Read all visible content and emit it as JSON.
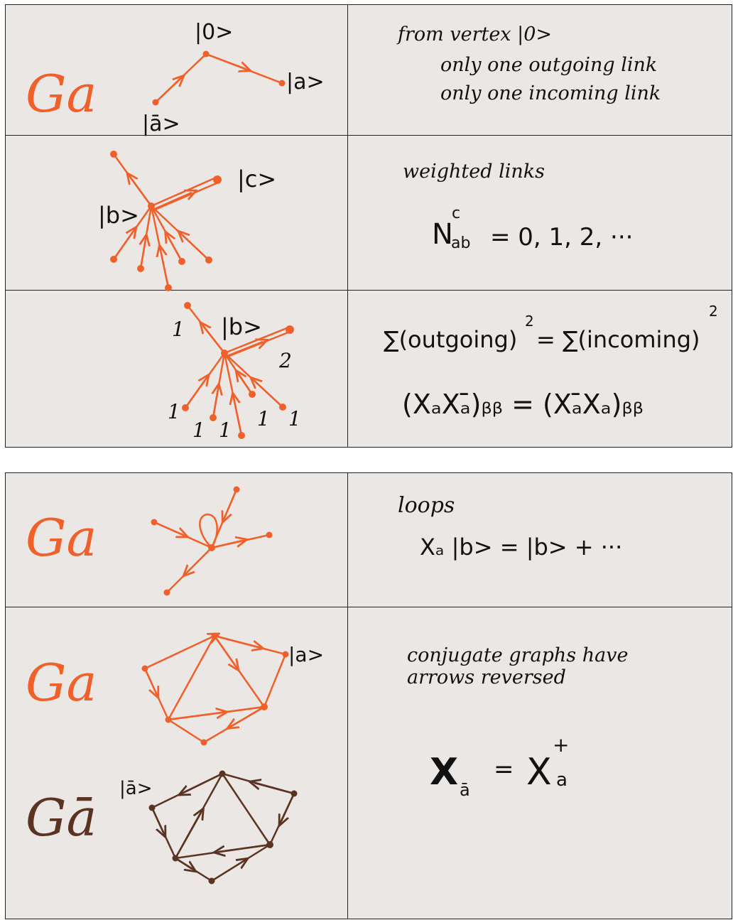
{
  "colors": {
    "orange": "#f0602a",
    "brown": "#5a3322",
    "ink": "#111111",
    "panel": "#ebe7e5"
  },
  "row1": {
    "graph_label": "Ga",
    "vertex_0": "|0>",
    "vertex_a": "|a>",
    "vertex_abar": "|ā>",
    "note_line1": "from vertex |0>",
    "note_line2": "only one outgoing link",
    "note_line3": "only one incoming link"
  },
  "row2": {
    "vertex_b": "|b>",
    "vertex_c": "|c>",
    "note_line1": "weighted links",
    "formula_N": "N",
    "formula_sup": "c",
    "formula_sub": "ab",
    "formula_rhs": "= 0, 1, 2, ···"
  },
  "row3": {
    "vertex_b": "|b>",
    "weight_top": "1",
    "weight_right": "2",
    "weights_bottom": [
      "1",
      "1",
      "1",
      "1",
      "1"
    ],
    "eq1_lhs": "∑(outgoing)",
    "eq1_rhs": "= ∑(incoming)",
    "eq1_exp": "2",
    "eq2": "(XₐXₐ̄)ᵦᵦ = (Xₐ̄Xₐ)ᵦᵦ"
  },
  "row4": {
    "graph_label": "Ga",
    "note_line1": "loops",
    "formula": "Xₐ |b> = |b> + ···"
  },
  "row5": {
    "graph_label": "Ga",
    "graph_label_conj": "Gā",
    "vertex_a": "|a>",
    "vertex_abar": "|ā>",
    "note_line1": "conjugate graphs have",
    "note_line2": "arrows reversed",
    "formula_lhs": "X",
    "formula_lhs_sub": "ā",
    "formula_eq": "=",
    "formula_rhs": "X",
    "formula_rhs_sub": "a",
    "formula_rhs_sup": "+"
  }
}
